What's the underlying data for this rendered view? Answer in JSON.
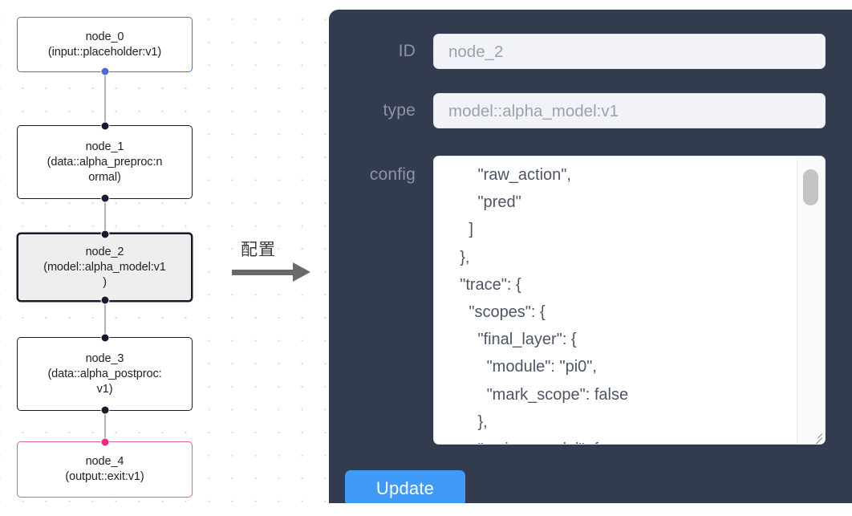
{
  "canvas": {
    "grid": "dot-grid",
    "nodes": [
      {
        "id": "node_0",
        "label": "node_0\n(input::placeholder:v1)",
        "kind": "input",
        "accent": "#4a6fd4",
        "selected": false
      },
      {
        "id": "node_1",
        "label": "node_1\n(data::alpha_preproc:n\normal)",
        "kind": "default",
        "accent": "#1a192b",
        "selected": false
      },
      {
        "id": "node_2",
        "label": "node_2\n(model::alpha_model:v1\n)",
        "kind": "default",
        "accent": "#1a192b",
        "selected": true
      },
      {
        "id": "node_3",
        "label": "node_3\n(data::alpha_postproc:\nv1)",
        "kind": "default",
        "accent": "#1a192b",
        "selected": false
      },
      {
        "id": "node_4",
        "label": "node_4\n(output::exit:v1)",
        "kind": "output",
        "accent": "#e3609c",
        "selected": false
      }
    ]
  },
  "arrow": {
    "label": "配置",
    "color": "#6a6a6a"
  },
  "panel": {
    "background": "#333c4f",
    "fields": {
      "id": {
        "label": "ID",
        "value": "node_2"
      },
      "type": {
        "label": "type",
        "value": "model::alpha_model:v1"
      },
      "config": {
        "label": "config",
        "value": "        \"raw_action\",\n        \"pred\"\n      ]\n    },\n    \"trace\": {\n      \"scopes\": {\n        \"final_layer\": {\n          \"module\": \"pi0\",\n          \"mark_scope\": false\n        },\n        \"action_model\": {"
      }
    },
    "update_button": {
      "label": "Update",
      "color": "#3f9bf7"
    },
    "scrollbar": {
      "thumb_color": "#c4c4c4"
    }
  }
}
